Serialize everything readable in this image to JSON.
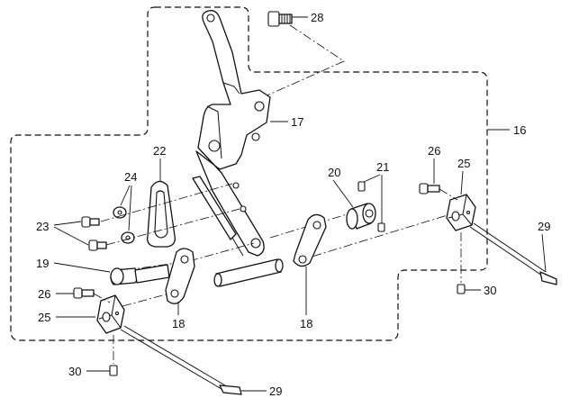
{
  "labels": {
    "p16": "16",
    "p17": "17",
    "p18a": "18",
    "p18b": "18",
    "p19": "19",
    "p20": "20",
    "p21": "21",
    "p22": "22",
    "p23": "23",
    "p24": "24",
    "p25a": "25",
    "p25b": "25",
    "p26a": "26",
    "p26b": "26",
    "p28": "28",
    "p29a": "29",
    "p29b": "29",
    "p30a": "30",
    "p30b": "30"
  }
}
